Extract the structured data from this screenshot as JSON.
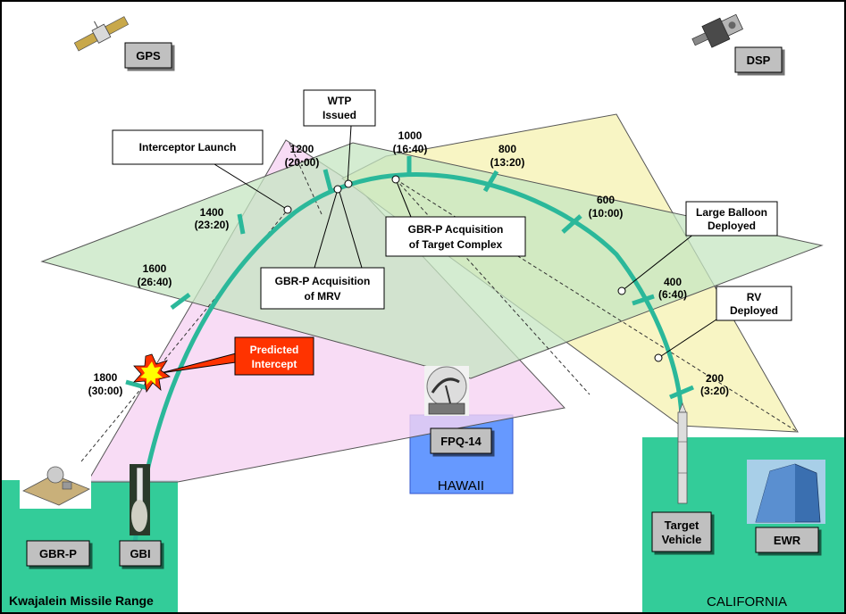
{
  "assets": {
    "gps": "GPS",
    "dsp": "DSP",
    "gbr_p": "GBR-P",
    "gbi": "GBI",
    "fpq14": "FPQ-14",
    "target_vehicle": [
      "Target",
      "Vehicle"
    ],
    "ewr": "EWR"
  },
  "regions": {
    "kwajalein": "Kwajalein Missile Range",
    "hawaii": "HAWAII",
    "california": "CALIFORNIA"
  },
  "events": {
    "interceptor_launch": "Interceptor Launch",
    "wtp_issued": [
      "WTP",
      "Issued"
    ],
    "gbrp_acq_target": [
      "GBR-P Acquisition",
      "of Target Complex"
    ],
    "gbrp_acq_mrv": [
      "GBR-P Acquisition",
      "of MRV"
    ],
    "large_balloon": [
      "Large Balloon",
      "Deployed"
    ],
    "rv_deployed": [
      "RV",
      "Deployed"
    ],
    "predicted_intercept": [
      "Predicted",
      "Intercept"
    ]
  },
  "ticks": [
    {
      "seconds": "200",
      "time": "(3:20)"
    },
    {
      "seconds": "400",
      "time": "(6:40)"
    },
    {
      "seconds": "600",
      "time": "(10:00)"
    },
    {
      "seconds": "800",
      "time": "(13:20)"
    },
    {
      "seconds": "1000",
      "time": "(16:40)"
    },
    {
      "seconds": "1200",
      "time": "(20:00)"
    },
    {
      "seconds": "1400",
      "time": "(23:20)"
    },
    {
      "seconds": "1600",
      "time": "(26:40)"
    },
    {
      "seconds": "1800",
      "time": "(30:00)"
    }
  ],
  "colors": {
    "trajectory": "#2bb89a",
    "ground": "#33cc99",
    "hawaii": "#6699ff",
    "intercept_box": "#ff3300",
    "coverage_green": "#c6e6c2",
    "coverage_pink": "#f6d3f3",
    "coverage_yellow": "#f6f3b5",
    "label_box": "#c0c0c0"
  }
}
